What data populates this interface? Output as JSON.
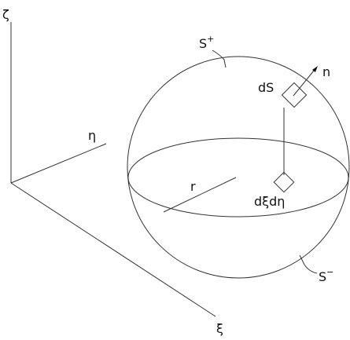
{
  "axes": {
    "zeta": "ζ",
    "eta": "η",
    "xi": "ξ"
  },
  "labels": {
    "s_plus_base": "S",
    "s_plus_sup": "+",
    "s_minus_base": "S",
    "s_minus_sup": "−",
    "ds": "dS",
    "dxi_deta": "dξdη",
    "r": "r",
    "n": "n"
  }
}
